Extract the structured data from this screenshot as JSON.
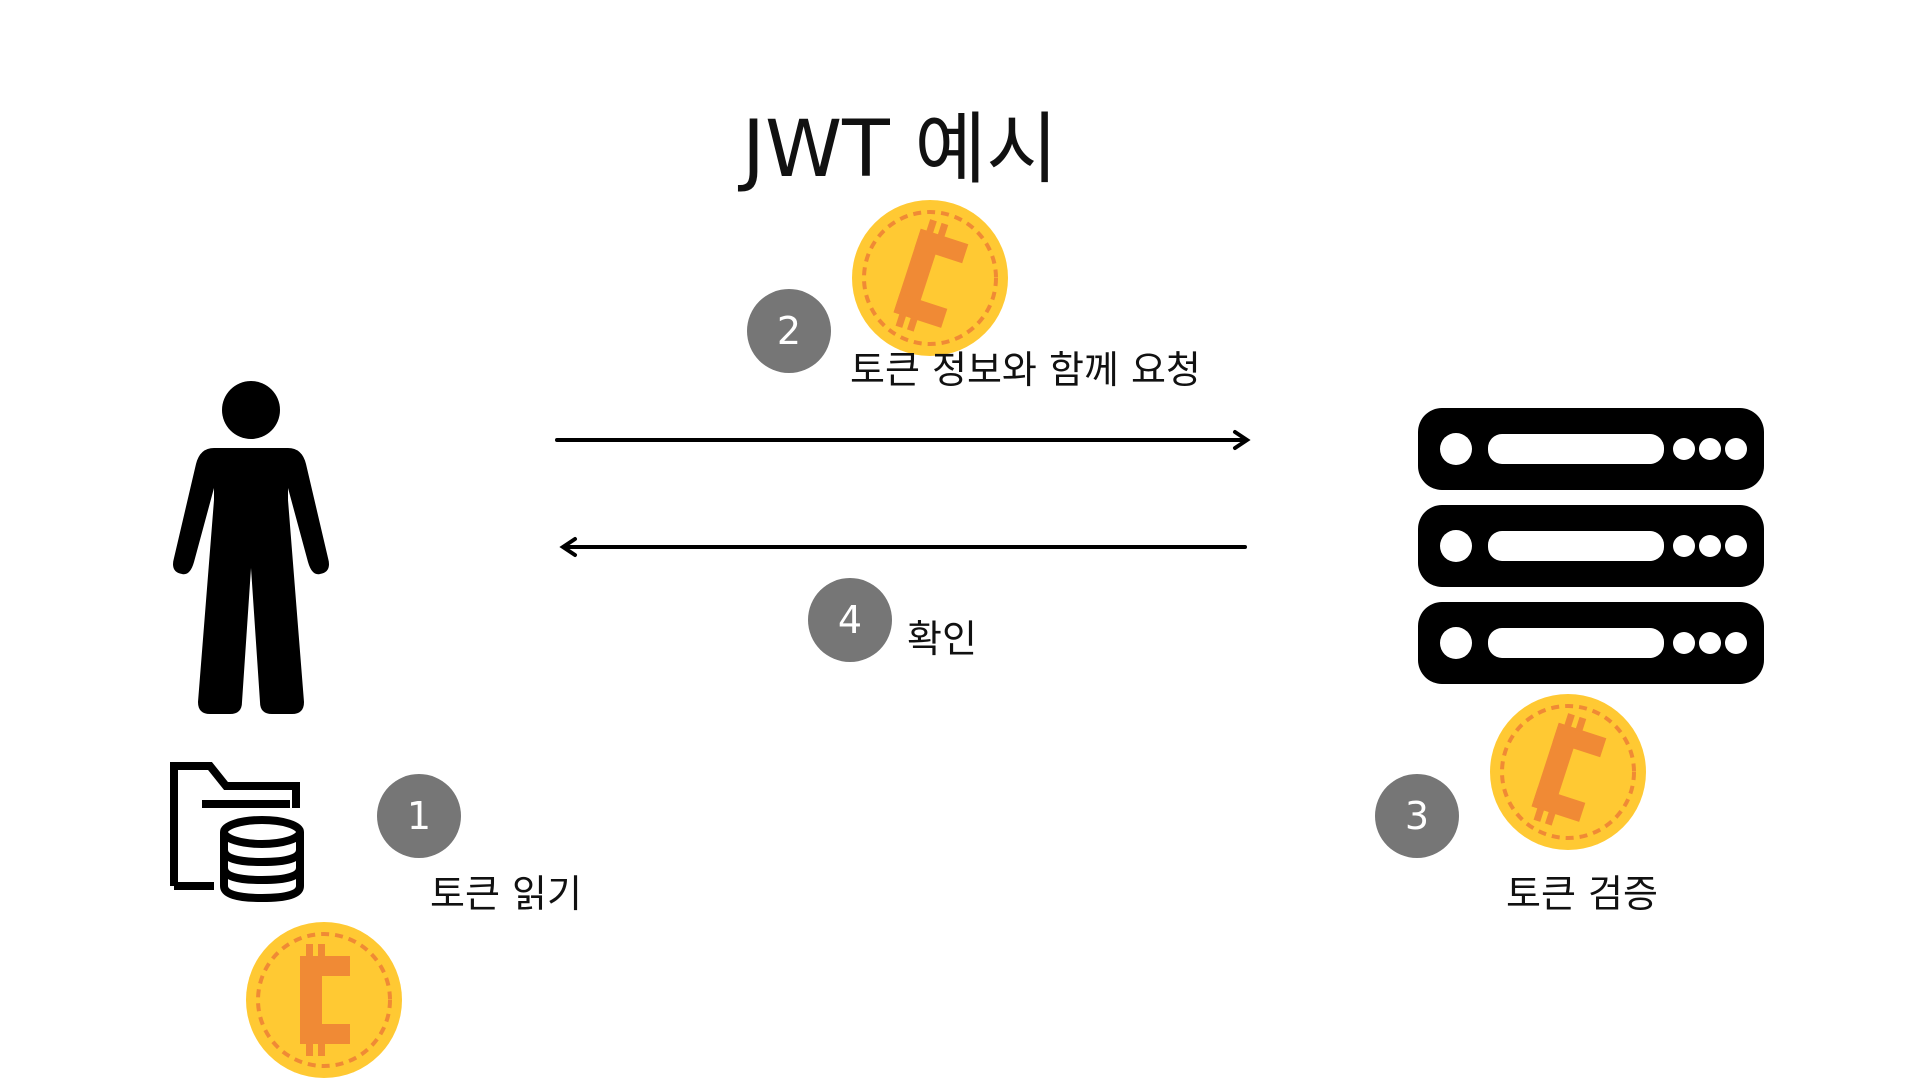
{
  "title": "JWT 예시",
  "steps": [
    {
      "number": "1",
      "label": "토큰 읽기"
    },
    {
      "number": "2",
      "label": "토큰 정보와 함께 요청"
    },
    {
      "number": "3",
      "label": "토큰 검증"
    },
    {
      "number": "4",
      "label": "확인"
    }
  ],
  "icons": {
    "person": "person-icon",
    "database": "folder-database-icon",
    "server": "server-rack-icon",
    "coin": "bitcoin-coin-icon"
  },
  "colors": {
    "badge": "#767676",
    "coin": "#FFC933",
    "coin_symbol": "#F08A35",
    "icon": "#000000",
    "server_slot": "#ffffff"
  }
}
